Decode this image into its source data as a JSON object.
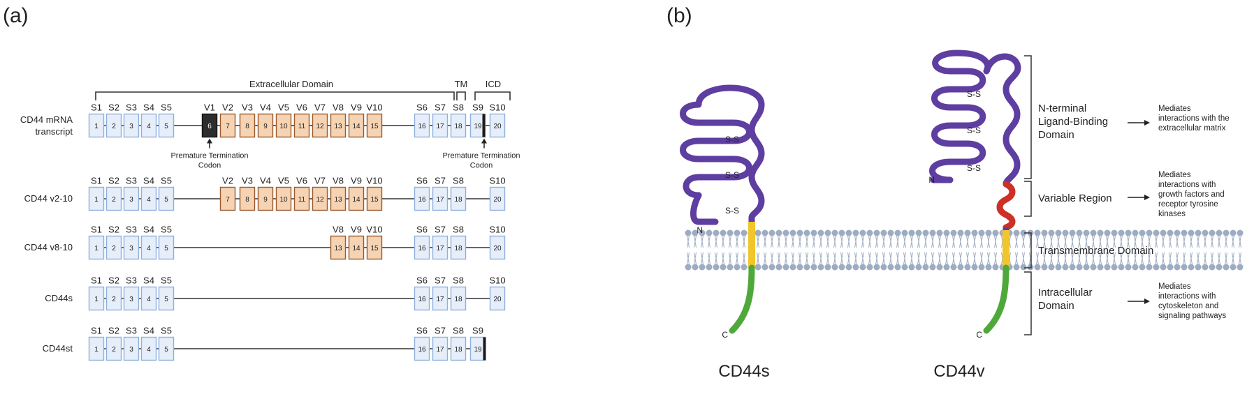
{
  "panel_a": {
    "label": "(a)",
    "brackets": {
      "extracellular": "Extracellular Domain",
      "tm": "TM",
      "icd": "ICD"
    },
    "rows": [
      {
        "name": "CD44 mRNA\ntranscript",
        "exons": [
          {
            "hdr": "S1",
            "num": "1",
            "type": "s"
          },
          {
            "hdr": "S2",
            "num": "2",
            "type": "s"
          },
          {
            "hdr": "S3",
            "num": "3",
            "type": "s"
          },
          {
            "hdr": "S4",
            "num": "4",
            "type": "s"
          },
          {
            "hdr": "S5",
            "num": "5",
            "type": "s"
          },
          {
            "hdr": "V1",
            "num": "6",
            "type": "dark"
          },
          {
            "hdr": "V2",
            "num": "7",
            "type": "v"
          },
          {
            "hdr": "V3",
            "num": "8",
            "type": "v"
          },
          {
            "hdr": "V4",
            "num": "9",
            "type": "v"
          },
          {
            "hdr": "V5",
            "num": "10",
            "type": "v"
          },
          {
            "hdr": "V6",
            "num": "11",
            "type": "v"
          },
          {
            "hdr": "V7",
            "num": "12",
            "type": "v"
          },
          {
            "hdr": "V8",
            "num": "13",
            "type": "v"
          },
          {
            "hdr": "V9",
            "num": "14",
            "type": "v"
          },
          {
            "hdr": "V10",
            "num": "15",
            "type": "v"
          },
          {
            "hdr": "S6",
            "num": "16",
            "type": "s"
          },
          {
            "hdr": "S7",
            "num": "17",
            "type": "s"
          },
          {
            "hdr": "S8",
            "num": "18",
            "type": "s"
          },
          {
            "hdr": "S9",
            "num": "19",
            "type": "s",
            "stop": true
          },
          {
            "hdr": "S10",
            "num": "20",
            "type": "s"
          }
        ],
        "notes": [
          {
            "text": "Premature Termination\nCodon",
            "exon": 5
          },
          {
            "text": "Premature Termination\nCodon",
            "exon": 18
          }
        ]
      },
      {
        "name": "CD44 v2-10",
        "exons": [
          {
            "hdr": "S1",
            "num": "1",
            "type": "s"
          },
          {
            "hdr": "S2",
            "num": "2",
            "type": "s"
          },
          {
            "hdr": "S3",
            "num": "3",
            "type": "s"
          },
          {
            "hdr": "S4",
            "num": "4",
            "type": "s"
          },
          {
            "hdr": "S5",
            "num": "5",
            "type": "s"
          },
          {
            "hdr": "V2",
            "num": "7",
            "type": "v"
          },
          {
            "hdr": "V3",
            "num": "8",
            "type": "v"
          },
          {
            "hdr": "V4",
            "num": "9",
            "type": "v"
          },
          {
            "hdr": "V5",
            "num": "10",
            "type": "v"
          },
          {
            "hdr": "V6",
            "num": "11",
            "type": "v"
          },
          {
            "hdr": "V7",
            "num": "12",
            "type": "v"
          },
          {
            "hdr": "V8",
            "num": "13",
            "type": "v"
          },
          {
            "hdr": "V9",
            "num": "14",
            "type": "v"
          },
          {
            "hdr": "V10",
            "num": "15",
            "type": "v"
          },
          {
            "hdr": "S6",
            "num": "16",
            "type": "s"
          },
          {
            "hdr": "S7",
            "num": "17",
            "type": "s"
          },
          {
            "hdr": "S8",
            "num": "18",
            "type": "s"
          },
          {
            "hdr": "S10",
            "num": "20",
            "type": "s"
          }
        ]
      },
      {
        "name": "CD44 v8-10",
        "exons": [
          {
            "hdr": "S1",
            "num": "1",
            "type": "s"
          },
          {
            "hdr": "S2",
            "num": "2",
            "type": "s"
          },
          {
            "hdr": "S3",
            "num": "3",
            "type": "s"
          },
          {
            "hdr": "S4",
            "num": "4",
            "type": "s"
          },
          {
            "hdr": "S5",
            "num": "5",
            "type": "s"
          },
          {
            "hdr": "V8",
            "num": "13",
            "type": "v"
          },
          {
            "hdr": "V9",
            "num": "14",
            "type": "v"
          },
          {
            "hdr": "V10",
            "num": "15",
            "type": "v"
          },
          {
            "hdr": "S6",
            "num": "16",
            "type": "s"
          },
          {
            "hdr": "S7",
            "num": "17",
            "type": "s"
          },
          {
            "hdr": "S8",
            "num": "18",
            "type": "s"
          },
          {
            "hdr": "S10",
            "num": "20",
            "type": "s"
          }
        ]
      },
      {
        "name": "CD44s",
        "exons": [
          {
            "hdr": "S1",
            "num": "1",
            "type": "s"
          },
          {
            "hdr": "S2",
            "num": "2",
            "type": "s"
          },
          {
            "hdr": "S3",
            "num": "3",
            "type": "s"
          },
          {
            "hdr": "S4",
            "num": "4",
            "type": "s"
          },
          {
            "hdr": "S5",
            "num": "5",
            "type": "s"
          },
          {
            "hdr": "S6",
            "num": "16",
            "type": "s"
          },
          {
            "hdr": "S7",
            "num": "17",
            "type": "s"
          },
          {
            "hdr": "S8",
            "num": "18",
            "type": "s"
          },
          {
            "hdr": "S10",
            "num": "20",
            "type": "s"
          }
        ]
      },
      {
        "name": "CD44st",
        "exons": [
          {
            "hdr": "S1",
            "num": "1",
            "type": "s"
          },
          {
            "hdr": "S2",
            "num": "2",
            "type": "s"
          },
          {
            "hdr": "S3",
            "num": "3",
            "type": "s"
          },
          {
            "hdr": "S4",
            "num": "4",
            "type": "s"
          },
          {
            "hdr": "S5",
            "num": "5",
            "type": "s"
          },
          {
            "hdr": "S6",
            "num": "16",
            "type": "s"
          },
          {
            "hdr": "S7",
            "num": "17",
            "type": "s"
          },
          {
            "hdr": "S8",
            "num": "18",
            "type": "s"
          },
          {
            "hdr": "S9",
            "num": "19",
            "type": "s",
            "stopEnd": true
          }
        ]
      }
    ]
  },
  "panel_b": {
    "label": "(b)",
    "proteins": {
      "left": "CD44s",
      "right": "CD44v"
    },
    "termini": {
      "n": "N",
      "c": "C"
    },
    "disulfide": "S-S",
    "domains": [
      {
        "name": "N-terminal\nLigand-Binding\nDomain",
        "desc": "Mediates\ninteractions with the\nextracellular matrix"
      },
      {
        "name": "Variable Region",
        "desc": "Mediates\ninteractions with\ngrowth factors and\nreceptor tyrosine\nkinases"
      },
      {
        "name": "Transmembrane Domain",
        "desc": ""
      },
      {
        "name": "Intracellular\nDomain",
        "desc": "Mediates\ninteractions with\ncytoskeleton and\nsignaling pathways"
      }
    ]
  },
  "colors": {
    "standard_fill": "#e6eefa",
    "standard_stroke": "#8fb0dc",
    "variant_fill": "#f5d3b3",
    "variant_stroke": "#9a5a2c",
    "dark_fill": "#2d2d2d",
    "membrane": "#9eacc2",
    "ligand": "#5e3ea1",
    "variable": "#cc3026",
    "tm": "#f1c62c",
    "icd": "#4fa83a"
  }
}
